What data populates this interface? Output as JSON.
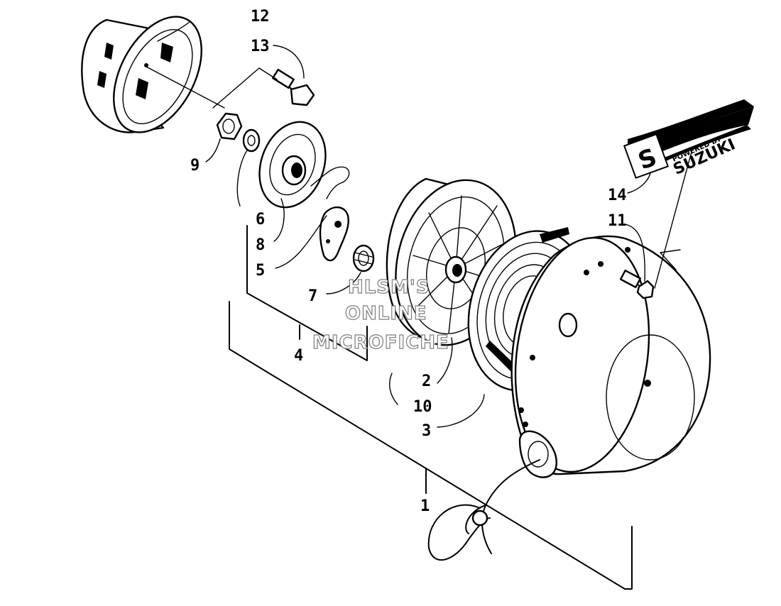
{
  "callouts": {
    "c1": "1",
    "c2": "2",
    "c3": "3",
    "c4": "4",
    "c5": "5",
    "c6": "6",
    "c7": "7",
    "c8": "8",
    "c9": "9",
    "c10": "10",
    "c11": "11",
    "c12": "12",
    "c13": "13",
    "c14": "14"
  },
  "watermark": {
    "line1": "HLSM'S",
    "line2": "ONLINE",
    "line3": "MICROFICHE"
  },
  "decal": {
    "small": "POWERED BY",
    "brand": "SUZUKI",
    "logo_letter": "S"
  }
}
